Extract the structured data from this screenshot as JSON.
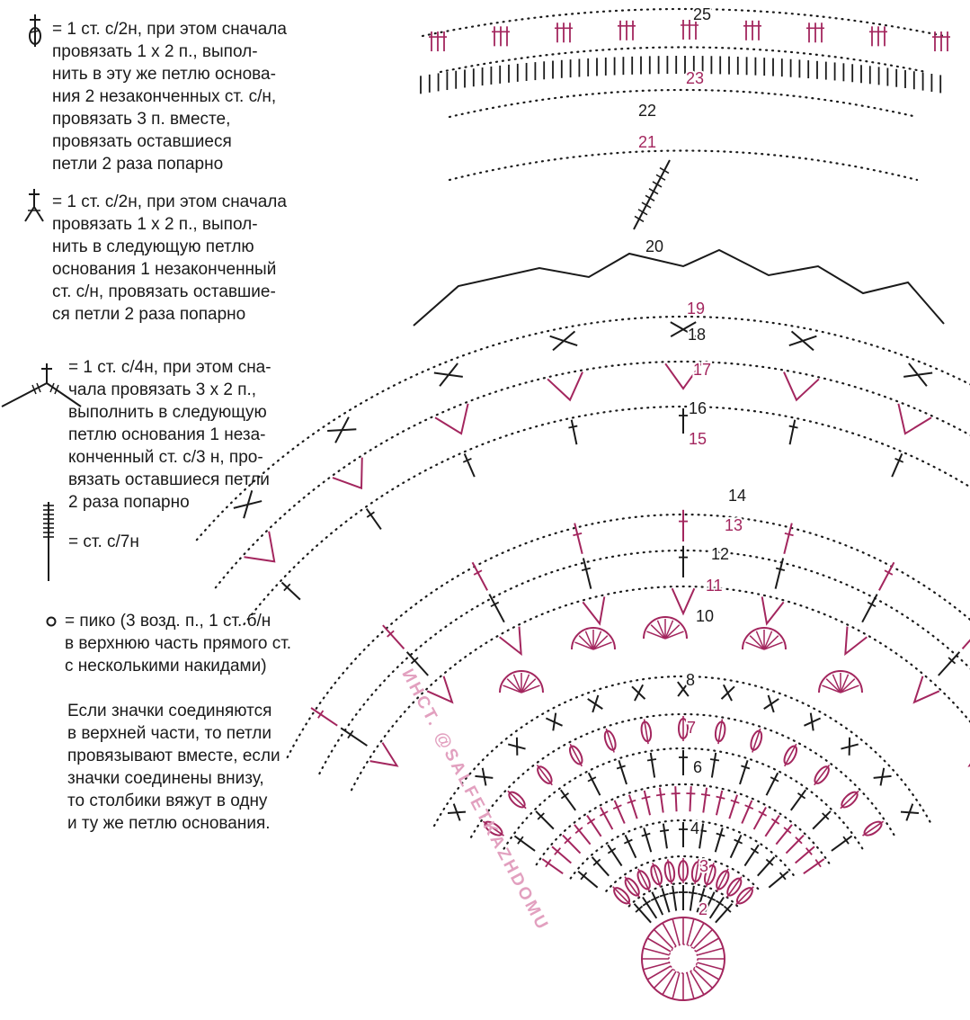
{
  "legend": {
    "items": [
      {
        "icon": "cluster-3tog-icon",
        "text": "= 1 ст. с/2н, при этом сначала\nпровязать 1 х 2 п., выпол-\nнить в эту же петлю основа-\nния 2 незаконченных ст. с/н,\nпровязать 3 п. вместе,\nпровязать оставшиеся\nпетли 2 раза попарно"
      },
      {
        "icon": "split-dc-icon",
        "text": "= 1 ст. с/2н, при этом сначала\nпровязать 1 х 2 п., выпол-\nнить в следующую петлю\nоснования 1 незаконченный\nст. с/н, провязать оставшие-\nся петли 2 раза попарно"
      },
      {
        "icon": "split-quad-icon",
        "text": "= 1 ст. с/4н, при этом сна-\nчала провязать 3 х 2 п.,\nвыполнить в следующую\nпетлю основания 1 неза-\nконченный ст. с/3 н, про-\nвязать оставшиеся петли\n2 раза попарно"
      },
      {
        "icon": "tr7-icon",
        "text": "= ст. с/7н"
      },
      {
        "icon": "picot-icon",
        "text": "= пико (3 возд. п., 1 ст. б/н\nв верхнюю часть прямого ст.\nс несколькими накидами)"
      }
    ],
    "note": "Если значки соединяются\nв верхней части, то петли\nпровязывают вместе, если\nзначки соединены внизу,\nто столбики вяжут в одну\nи ту же петлю основания."
  },
  "watermark": "ИНСТ. @SALFETKAZHDOMU",
  "diagram": {
    "row_labels": [
      "2",
      "3",
      "4",
      "6",
      "7",
      "8",
      "10",
      "11",
      "12",
      "13",
      "14",
      "15",
      "16",
      "17",
      "18",
      "19",
      "20",
      "21",
      "22",
      "23",
      "25"
    ],
    "colors": {
      "black": "#1a1a1a",
      "magenta": "#a3265e"
    }
  }
}
